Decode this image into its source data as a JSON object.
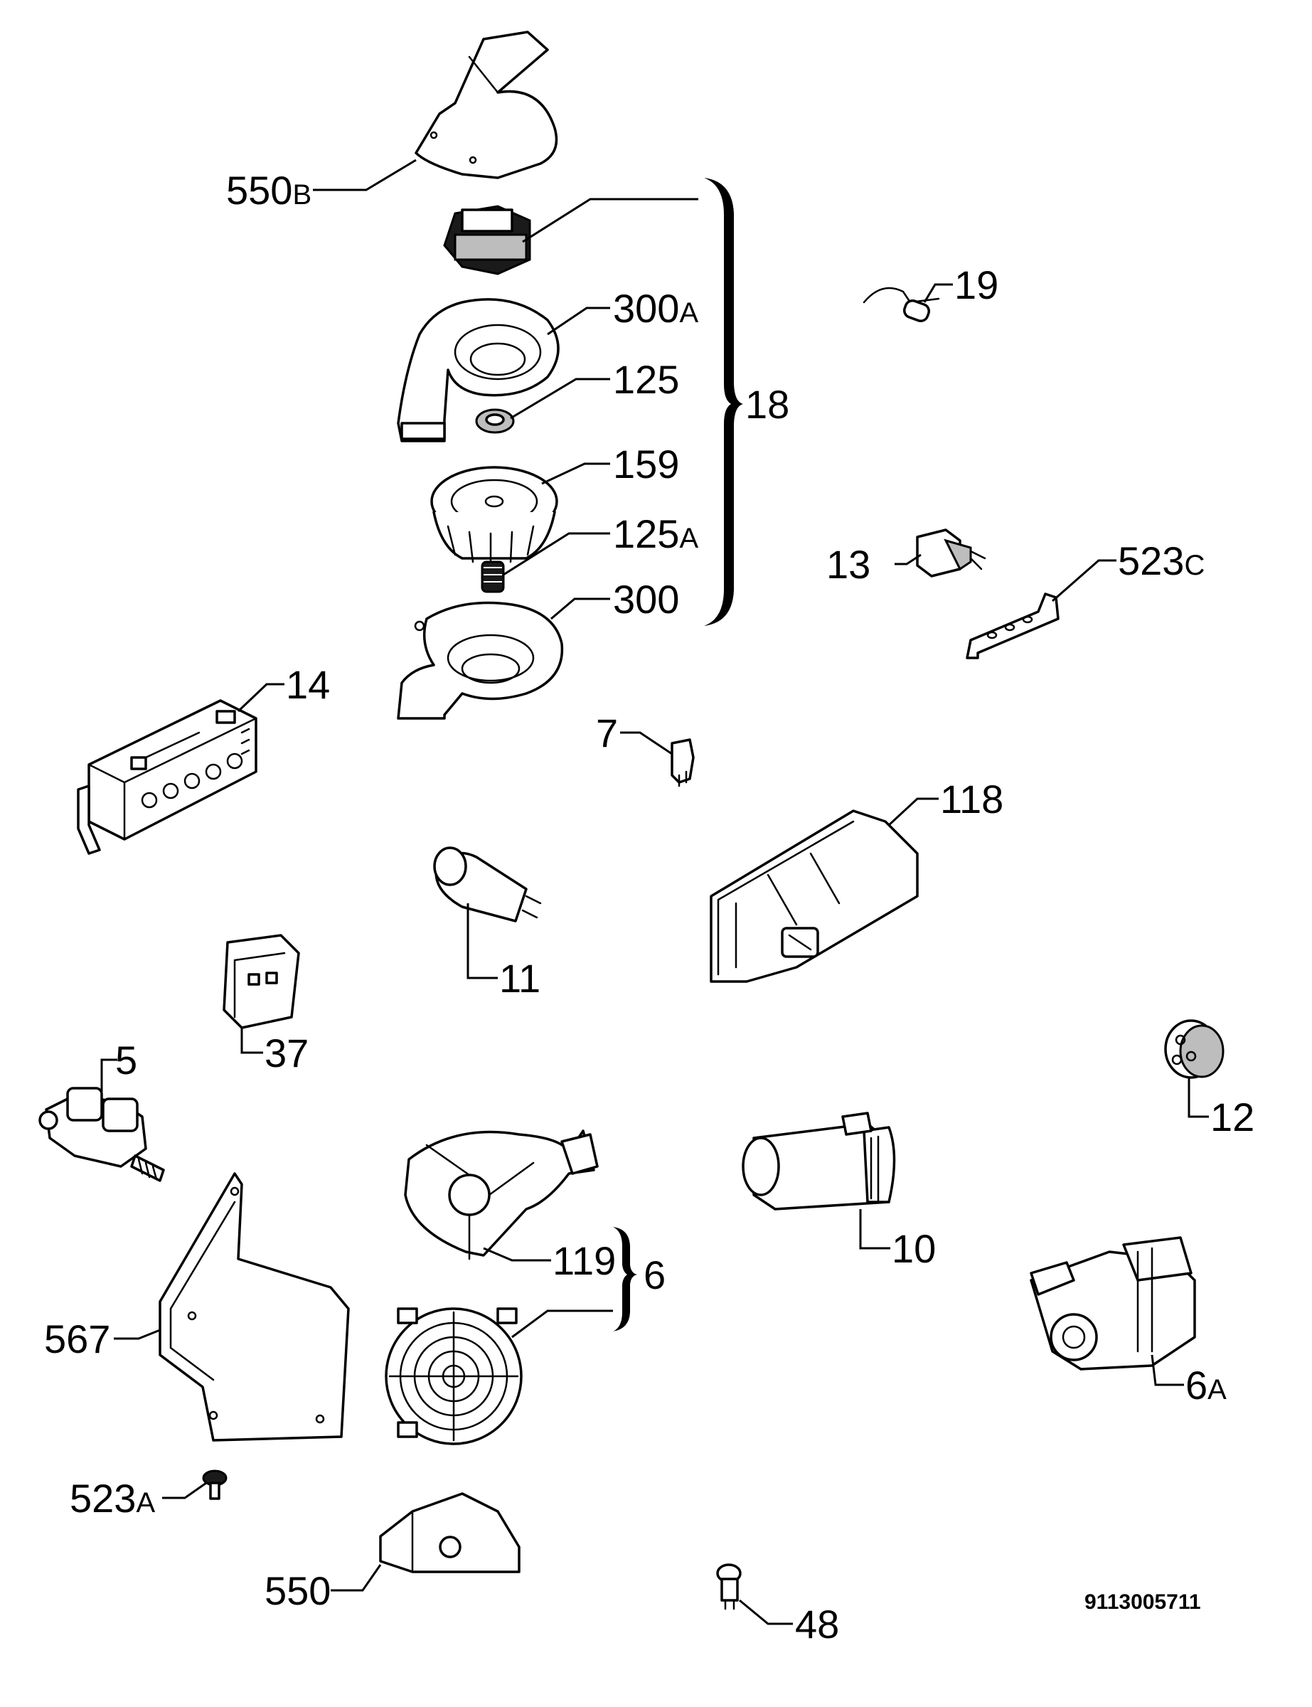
{
  "labels": {
    "p550b": {
      "num": "550",
      "suffix": "B"
    },
    "p300a": {
      "num": "300",
      "suffix": "A"
    },
    "p125": {
      "num": "125",
      "suffix": ""
    },
    "p159": {
      "num": "159",
      "suffix": ""
    },
    "p125a": {
      "num": "125",
      "suffix": "A"
    },
    "p300": {
      "num": "300",
      "suffix": ""
    },
    "p18": {
      "num": "18",
      "suffix": ""
    },
    "p19": {
      "num": "19",
      "suffix": ""
    },
    "p13": {
      "num": "13",
      "suffix": ""
    },
    "p523c": {
      "num": "523",
      "suffix": "C"
    },
    "p14": {
      "num": "14",
      "suffix": ""
    },
    "p7": {
      "num": "7",
      "suffix": ""
    },
    "p118": {
      "num": "118",
      "suffix": ""
    },
    "p11": {
      "num": "11",
      "suffix": ""
    },
    "p37": {
      "num": "37",
      "suffix": ""
    },
    "p5": {
      "num": "5",
      "suffix": ""
    },
    "p12": {
      "num": "12",
      "suffix": ""
    },
    "p10": {
      "num": "10",
      "suffix": ""
    },
    "p119": {
      "num": "119",
      "suffix": ""
    },
    "p6": {
      "num": "6",
      "suffix": ""
    },
    "p567": {
      "num": "567",
      "suffix": ""
    },
    "p6a": {
      "num": "6",
      "suffix": "A"
    },
    "p523a": {
      "num": "523",
      "suffix": "A"
    },
    "p550": {
      "num": "550",
      "suffix": ""
    },
    "p48": {
      "num": "48",
      "suffix": ""
    }
  },
  "diagram_code": "9113005711"
}
